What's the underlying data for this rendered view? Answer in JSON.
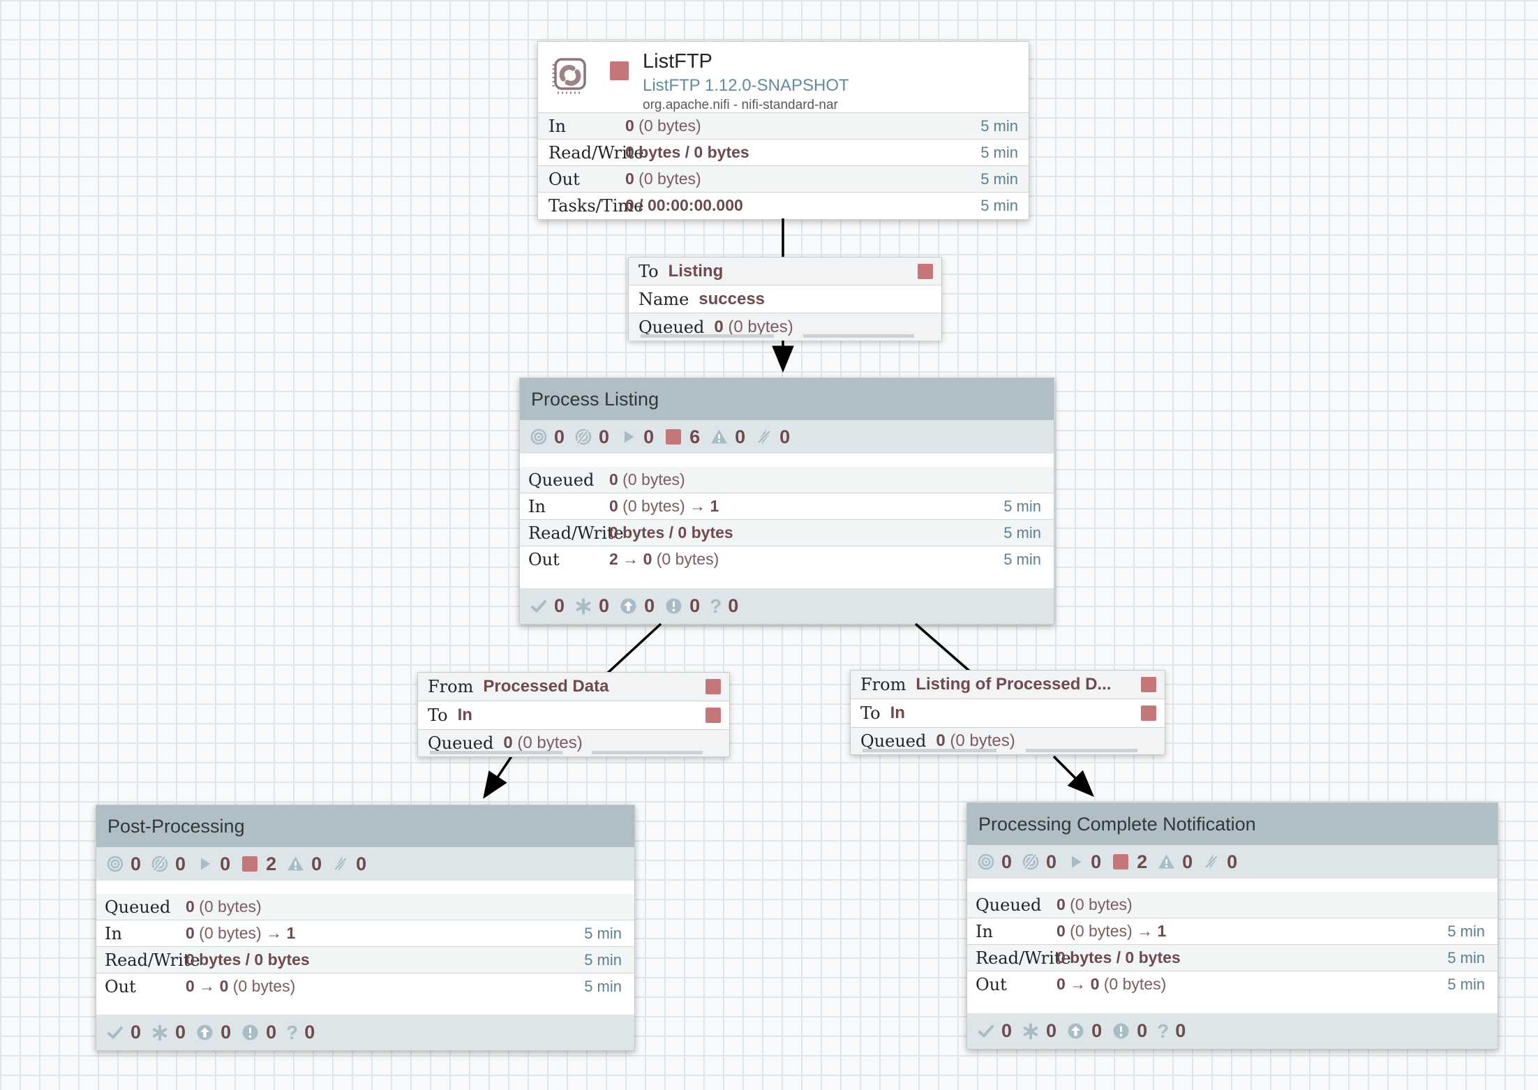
{
  "colors": {
    "stopped_red": "#c57679",
    "status_icon": "#a7bcc5",
    "value_maroon": "#6f4a4d",
    "window_blue": "#5d7f92",
    "group_header": "#b0bec5"
  },
  "processor": {
    "name": "ListFTP",
    "type": "ListFTP 1.12.0-SNAPSHOT",
    "bundle": "org.apache.nifi - nifi-standard-nar",
    "rows": [
      {
        "label": "In",
        "segments": [
          {
            "t": "0",
            "b": 1
          },
          {
            "t": " (0 bytes)",
            "b": 0
          }
        ],
        "window": "5 min"
      },
      {
        "label": "Read/Write",
        "segments": [
          {
            "t": "0 bytes / 0 bytes",
            "b": 1
          }
        ],
        "window": "5 min"
      },
      {
        "label": "Out",
        "segments": [
          {
            "t": "0",
            "b": 1
          },
          {
            "t": " (0 bytes)",
            "b": 0
          }
        ],
        "window": "5 min"
      },
      {
        "label": "Tasks/Time",
        "segments": [
          {
            "t": "0 / 00:00:00.000",
            "b": 1
          }
        ],
        "window": "5 min"
      }
    ]
  },
  "connections": [
    {
      "row1_label": "To",
      "row1_value": "Listing",
      "row2_label": "Name",
      "row2_value": "success",
      "queued_label": "Queued",
      "queued_segments": [
        {
          "t": "0",
          "b": 1
        },
        {
          "t": " (0 bytes)",
          "b": 0
        }
      ]
    },
    {
      "row1_label": "From",
      "row1_value": "Processed Data",
      "row2_label": "To",
      "row2_value": "In",
      "queued_label": "Queued",
      "queued_segments": [
        {
          "t": "0",
          "b": 1
        },
        {
          "t": " (0 bytes)",
          "b": 0
        }
      ]
    },
    {
      "row1_label": "From",
      "row1_value": "Listing of Processed D...",
      "row2_label": "To",
      "row2_value": "In",
      "queued_label": "Queued",
      "queued_segments": [
        {
          "t": "0",
          "b": 1
        },
        {
          "t": " (0 bytes)",
          "b": 0
        }
      ]
    }
  ],
  "groups": [
    {
      "title": "Process Listing",
      "badges": {
        "transmitting": "0",
        "not_transmitting": "0",
        "running": "0",
        "stopped": "6",
        "invalid": "0",
        "disabled": "0"
      },
      "rows": [
        {
          "label": "Queued",
          "segments": [
            {
              "t": "0",
              "b": 1
            },
            {
              "t": " (0 bytes)",
              "b": 0
            }
          ],
          "window": ""
        },
        {
          "label": "In",
          "segments": [
            {
              "t": "0",
              "b": 1
            },
            {
              "t": " (0 bytes) ",
              "b": 0
            },
            {
              "t": "→ 1",
              "b": 1
            }
          ],
          "window": "5 min"
        },
        {
          "label": "Read/Write",
          "segments": [
            {
              "t": "0 bytes / 0 bytes",
              "b": 1
            }
          ],
          "window": "5 min"
        },
        {
          "label": "Out",
          "segments": [
            {
              "t": "2 → 0",
              "b": 1
            },
            {
              "t": " (0 bytes)",
              "b": 0
            }
          ],
          "window": "5 min"
        }
      ],
      "footer": {
        "up_to_date": "0",
        "locally_modified": "0",
        "stale": "0",
        "locally_modified_and_stale": "0",
        "sync_failure": "0"
      }
    },
    {
      "title": "Post-Processing",
      "badges": {
        "transmitting": "0",
        "not_transmitting": "0",
        "running": "0",
        "stopped": "2",
        "invalid": "0",
        "disabled": "0"
      },
      "rows": [
        {
          "label": "Queued",
          "segments": [
            {
              "t": "0",
              "b": 1
            },
            {
              "t": " (0 bytes)",
              "b": 0
            }
          ],
          "window": ""
        },
        {
          "label": "In",
          "segments": [
            {
              "t": "0",
              "b": 1
            },
            {
              "t": " (0 bytes) ",
              "b": 0
            },
            {
              "t": "→ 1",
              "b": 1
            }
          ],
          "window": "5 min"
        },
        {
          "label": "Read/Write",
          "segments": [
            {
              "t": "0 bytes / 0 bytes",
              "b": 1
            }
          ],
          "window": "5 min"
        },
        {
          "label": "Out",
          "segments": [
            {
              "t": "0 → 0",
              "b": 1
            },
            {
              "t": " (0 bytes)",
              "b": 0
            }
          ],
          "window": "5 min"
        }
      ],
      "footer": {
        "up_to_date": "0",
        "locally_modified": "0",
        "stale": "0",
        "locally_modified_and_stale": "0",
        "sync_failure": "0"
      }
    },
    {
      "title": "Processing Complete Notification",
      "badges": {
        "transmitting": "0",
        "not_transmitting": "0",
        "running": "0",
        "stopped": "2",
        "invalid": "0",
        "disabled": "0"
      },
      "rows": [
        {
          "label": "Queued",
          "segments": [
            {
              "t": "0",
              "b": 1
            },
            {
              "t": " (0 bytes)",
              "b": 0
            }
          ],
          "window": ""
        },
        {
          "label": "In",
          "segments": [
            {
              "t": "0",
              "b": 1
            },
            {
              "t": " (0 bytes) ",
              "b": 0
            },
            {
              "t": "→ 1",
              "b": 1
            }
          ],
          "window": "5 min"
        },
        {
          "label": "Read/Write",
          "segments": [
            {
              "t": "0 bytes / 0 bytes",
              "b": 1
            }
          ],
          "window": "5 min"
        },
        {
          "label": "Out",
          "segments": [
            {
              "t": "0 → 0",
              "b": 1
            },
            {
              "t": " (0 bytes)",
              "b": 0
            }
          ],
          "window": "5 min"
        }
      ],
      "footer": {
        "up_to_date": "0",
        "locally_modified": "0",
        "stale": "0",
        "locally_modified_and_stale": "0",
        "sync_failure": "0"
      }
    }
  ]
}
